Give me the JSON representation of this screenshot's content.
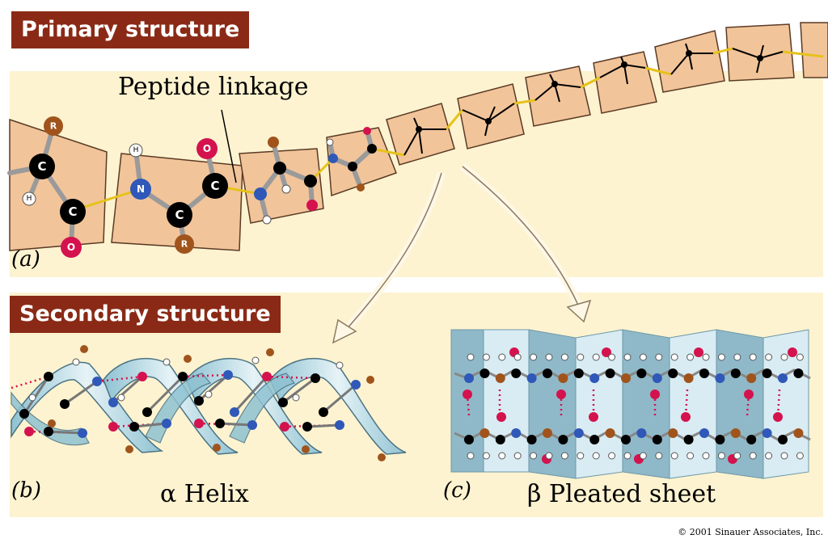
{
  "primary": {
    "title": "Primary structure",
    "callout": "Peptide linkage",
    "panel_letter": "(a)",
    "atoms": {
      "carbon": "C",
      "nitrogen": "N",
      "oxygen": "O",
      "hydrogen": "H",
      "side_chain": "R"
    }
  },
  "secondary": {
    "title": "Secondary structure",
    "helix": {
      "panel_letter": "(b)",
      "label": "α Helix"
    },
    "sheet": {
      "panel_letter": "(c)",
      "label": "β Pleated sheet"
    }
  },
  "colors": {
    "tag_background": "#8a2a16",
    "panel_background": "#fdf3d0",
    "residue_tile": "#f2c49a",
    "carbon": "#000000",
    "nitrogen": "#2f58b8",
    "oxygen": "#d4124e",
    "side_chain": "#a0541c",
    "peptide_bond": "#e6c21a",
    "ribbon": "#b9dbe6"
  },
  "copyright": "© 2001 Sinauer Associates, Inc."
}
